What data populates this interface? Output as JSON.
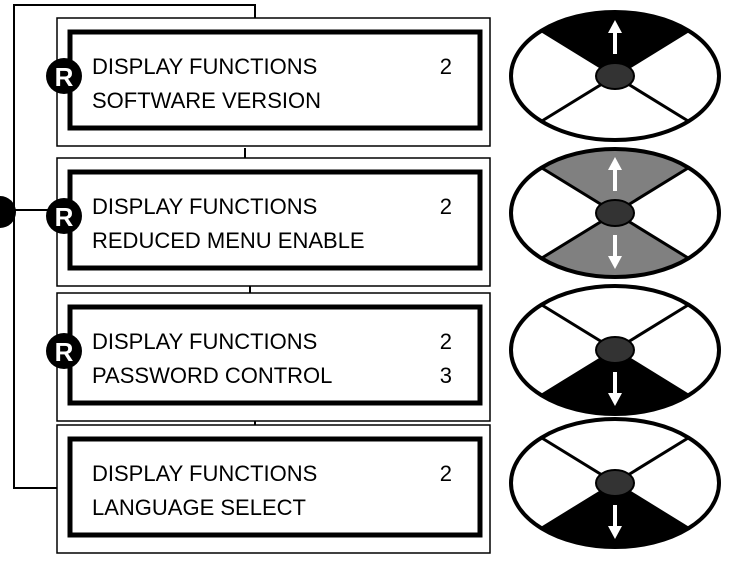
{
  "menus": [
    {
      "title": "DISPLAY FUNCTIONS",
      "level": "2",
      "item": "SOFTWARE VERSION",
      "value": "",
      "reduced_badge": "R"
    },
    {
      "title": "DISPLAY FUNCTIONS",
      "level": "2",
      "item": "REDUCED MENU ENABLE",
      "value": "",
      "reduced_badge": "R"
    },
    {
      "title": "DISPLAY FUNCTIONS",
      "level": "2",
      "item": "PASSWORD CONTROL",
      "value": "3",
      "reduced_badge": "R"
    },
    {
      "title": "DISPLAY FUNCTIONS",
      "level": "2",
      "item": "LANGUAGE SELECT",
      "value": "",
      "reduced_badge": ""
    }
  ],
  "keypads": [
    {
      "up_fill": "#000000",
      "down_fill": "#ffffff",
      "up_arrow": "#ffffff",
      "down_arrow": "#ffffff"
    },
    {
      "up_fill": "#808080",
      "down_fill": "#808080",
      "up_arrow": "#ffffff",
      "down_arrow": "#ffffff"
    },
    {
      "up_fill": "#ffffff",
      "down_fill": "#000000",
      "up_arrow": "#ffffff",
      "down_arrow": "#ffffff"
    },
    {
      "up_fill": "#ffffff",
      "down_fill": "#000000",
      "up_arrow": "#ffffff",
      "down_arrow": "#ffffff"
    }
  ],
  "colors": {
    "line": "#000000",
    "background": "#ffffff",
    "center_button": "#333333"
  }
}
